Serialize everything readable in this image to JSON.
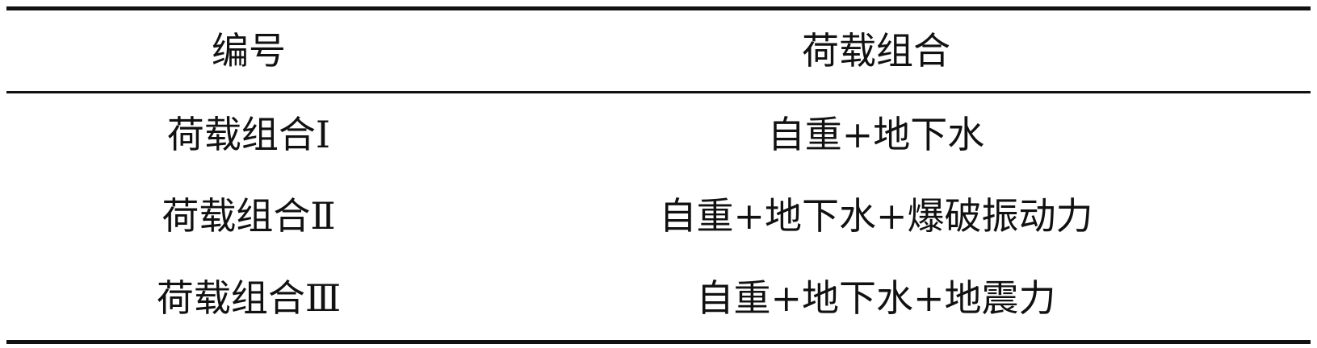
{
  "table": {
    "headers": [
      "编号",
      "荷载组合"
    ],
    "rows": [
      [
        "荷载组合Ⅰ",
        "自重+地下水"
      ],
      [
        "荷载组合Ⅱ",
        "自重+地下水+爆破振动力"
      ],
      [
        "荷载组合Ⅲ",
        "自重+地下水+地震力"
      ]
    ]
  }
}
